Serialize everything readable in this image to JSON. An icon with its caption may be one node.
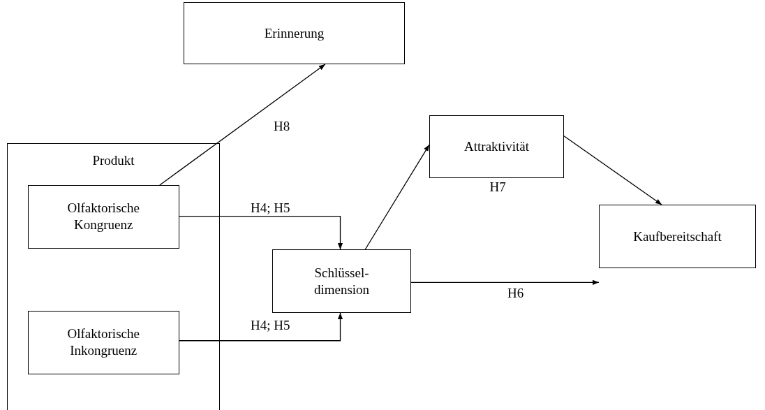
{
  "diagram": {
    "nodes": [
      {
        "text": [
          "Erinnerung"
        ]
      },
      {
        "text": [
          "Produkt"
        ]
      },
      {
        "text": [
          "Olfaktorische Kongruenz"
        ],
        "in": 1
      },
      {
        "text": [
          "Olfaktorische Inkongruenz"
        ],
        "in": 1
      },
      {
        "text": [
          "Schlüssel-dimension"
        ]
      },
      {
        "text": [
          "Attraktivität"
        ],
        "beside": [
          "H7"
        ]
      },
      {
        "text": [
          "Kaufbereitschaft"
        ]
      }
    ],
    "edges": [
      {
        "from": 2,
        "to": 0,
        "arrow": "to",
        "label": "H8"
      },
      {
        "from": 2,
        "to": 4,
        "arrow": "to",
        "label": "H4; H5"
      },
      {
        "from": 3,
        "to": 4,
        "arrow": "to",
        "label": "H4; H5"
      },
      {
        "from": 4,
        "to": 5,
        "arrow": "to"
      },
      {
        "from": 5,
        "to": 6,
        "arrow": "to"
      },
      {
        "from": 4,
        "to": 6,
        "arrow": "to",
        "label": "H6"
      }
    ]
  }
}
